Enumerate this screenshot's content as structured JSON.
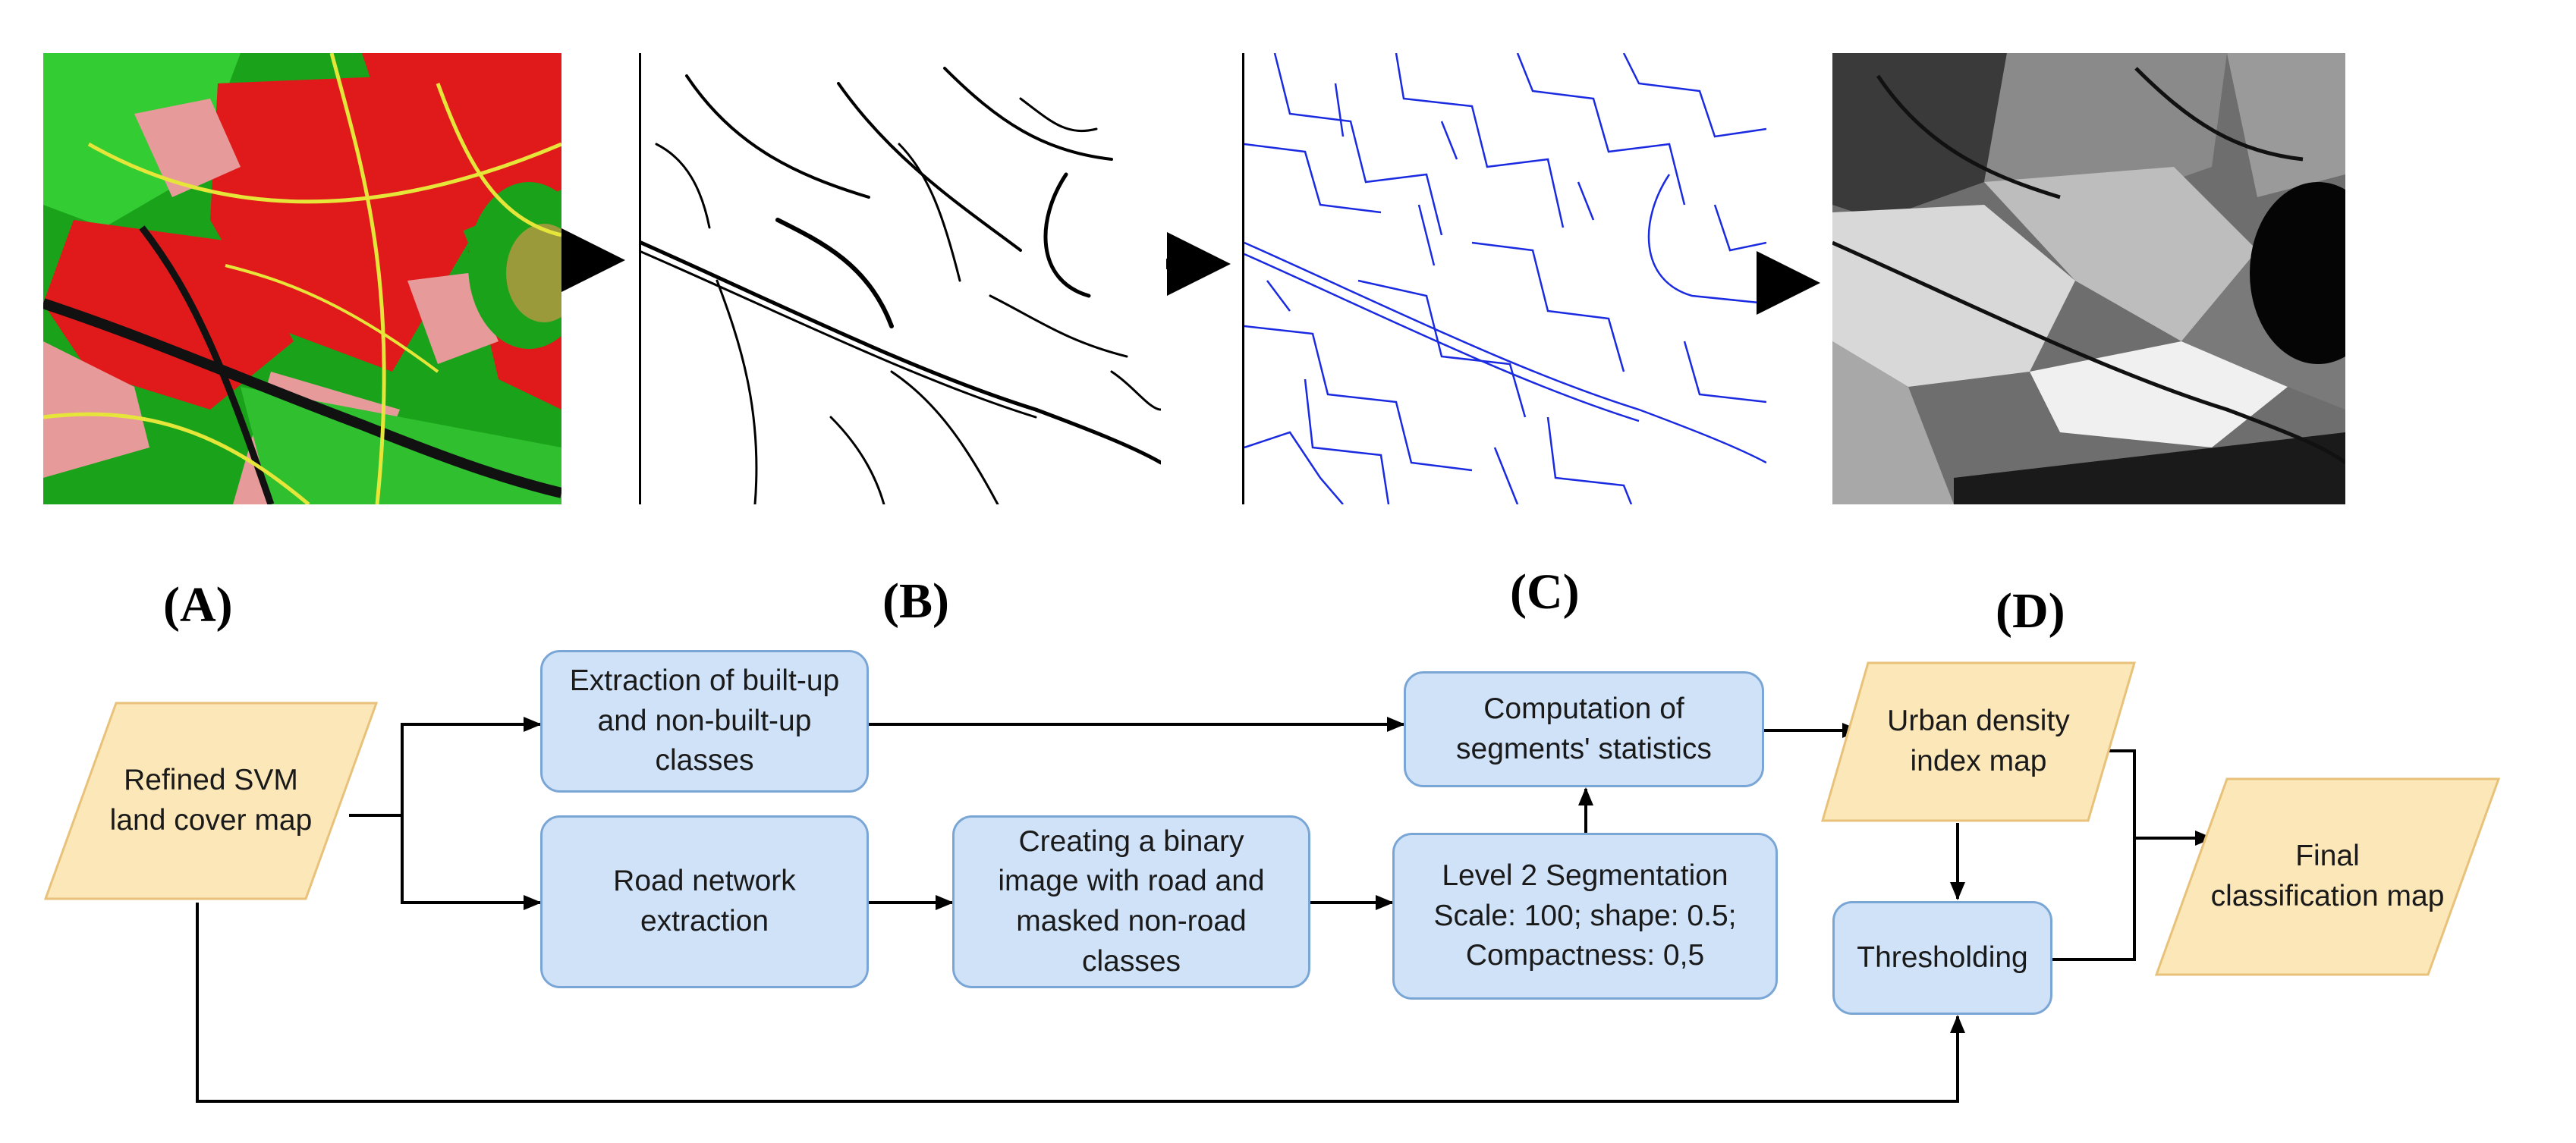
{
  "panel_labels": {
    "a": "(A)",
    "b": "(B)",
    "c": "(C)",
    "d": "(D)"
  },
  "flowchart": {
    "input": "Refined SVM\nland cover map",
    "extraction": "Extraction of built-up\nand non-built-up\nclasses",
    "road_extraction": "Road network\nextraction",
    "binary_image": "Creating a binary\nimage with road and\nmasked non-road\nclasses",
    "segmentation": "Level 2 Segmentation\nScale: 100; shape: 0.5;\nCompactness: 0,5",
    "statistics": "Computation of\nsegments' statistics",
    "density_map": "Urban density\nindex map",
    "thresholding": "Thresholding",
    "final_map": "Final\nclassification map"
  },
  "colors": {
    "process_fill": "#cfe2f8",
    "process_border": "#7aa6d6",
    "data_fill": "#fce7b8",
    "data_border": "#e8c27a",
    "arrow": "#000000"
  }
}
